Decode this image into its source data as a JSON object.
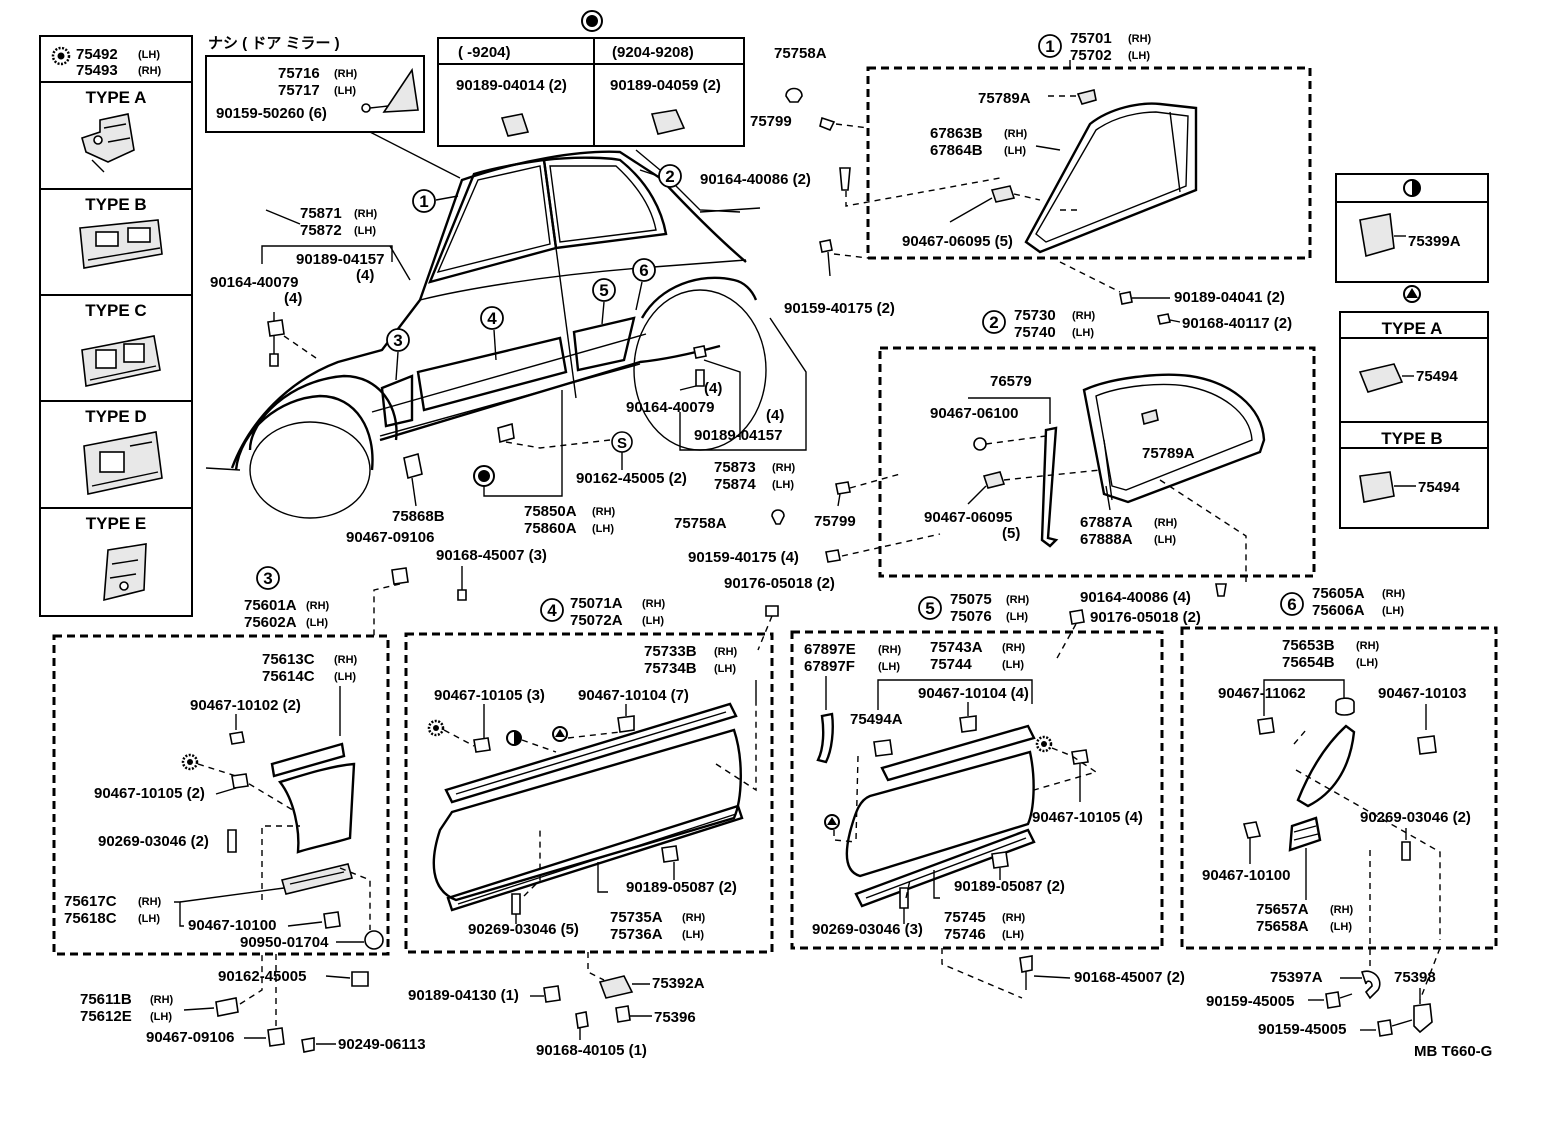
{
  "variant_header": {
    "col1": "(      -9204)",
    "col2": "(9204-9208)",
    "part1": "90189-04014 (2)",
    "part2": "90189-04059 (2)"
  },
  "mirror_box": {
    "title": "ナシ ( ドア   ミラー )",
    "p1": "75716",
    "p1s": "(RH)",
    "p2": "75717",
    "p2s": "(LH)",
    "p3": "90159-50260 (6)"
  },
  "type_box": {
    "p1": "75492",
    "p1s": "(LH)",
    "p2": "75493",
    "p2s": "(RH)",
    "types": [
      "TYPE  A",
      "TYPE  B",
      "TYPE  C",
      "TYPE  D",
      "TYPE  E"
    ]
  },
  "right_box1": {
    "part": "75399A"
  },
  "right_box2": {
    "types": [
      "TYPE  A",
      "TYPE  B"
    ],
    "part_a": "75494",
    "part_b": "75494"
  },
  "callouts": {
    "c1": "1",
    "c2": "2",
    "c3": "3",
    "c4": "4",
    "c5": "5",
    "c6": "6",
    "s": "S"
  },
  "labels": {
    "g1_p1": "75701",
    "g1_p1s": "(RH)",
    "g1_p2": "75702",
    "g1_p2s": "(LH)",
    "a75758a_top": "75758A",
    "a75799_top": "75799",
    "a75789a_top": "75789A",
    "a67863b": "67863B",
    "a67863bs": "(RH)",
    "a67864b": "67864B",
    "a67864bs": "(LH)",
    "a9016440086_top": "90164-40086 (2)",
    "a9046706095_top": "90467-06095 (5)",
    "a9015940175_top": "90159-40175 (2)",
    "a9018904041": "90189-04041 (2)",
    "a9016840117": "90168-40117 (2)",
    "g2_p1": "75730",
    "g2_p1s": "(RH)",
    "g2_p2": "75740",
    "g2_p2s": "(LH)",
    "a76579": "76579",
    "a9046706100": "90467-06100",
    "a75789a_mid": "75789A",
    "a9046706095_mid": "90467-06095",
    "a9046706095_mid_q": "(5)",
    "a67887a": "67887A",
    "a67887as": "(RH)",
    "a67888a": "67888A",
    "a67888as": "(LH)",
    "a75758a_mid": "75758A",
    "a75799_mid": "75799",
    "a9015940175_mid": "90159-40175 (4)",
    "a75871": "75871",
    "a75871s": "(RH)",
    "a75872": "75872",
    "a75872s": "(LH)",
    "a9018904157_l": "90189-04157",
    "a9018904157_lq": "(4)",
    "a9016440079_l": "90164-40079",
    "a9016440079_lq": "(4)",
    "a9016440079_r": "90164-40079",
    "a9016440079_rq": "(4)",
    "a9018904157_r": "90189-04157",
    "a9018904157_rq": "(4)",
    "a75873": "75873",
    "a75873s": "(RH)",
    "a75874": "75874",
    "a75874s": "(LH)",
    "a75868b": "75868B",
    "a9016245005_mid": "90162-45005 (2)",
    "a75850a": "75850A",
    "a75850as": "(RH)",
    "a75860a": "75860A",
    "a75860as": "(LH)",
    "a9046709106_top": "90467-09106",
    "a9016845007_top": "90168-45007 (3)",
    "a9017605018_a": "90176-05018 (2)",
    "a9016440086_mid": "90164-40086 (4)",
    "a9017605018_b": "90176-05018 (2)",
    "g3_p1": "75601A",
    "g3_p1s": "(RH)",
    "g3_p2": "75602A",
    "g3_p2s": "(LH)",
    "a75613c": "75613C",
    "a75613cs": "(RH)",
    "a75614c": "75614C",
    "a75614cs": "(LH)",
    "a9046710102": "90467-10102 (2)",
    "a9046710105_g3": "90467-10105 (2)",
    "a9026903046_g3": "90269-03046 (2)",
    "a75617c": "75617C",
    "a75617cs": "(RH)",
    "a75618c": "75618C",
    "a75618cs": "(LH)",
    "a9046710100_g3": "90467-10100",
    "a9095001704": "90950-01704",
    "g4_p1": "75071A",
    "g4_p1s": "(RH)",
    "g4_p2": "75072A",
    "g4_p2s": "(LH)",
    "a75733b": "75733B",
    "a75733bs": "(RH)",
    "a75734b": "75734B",
    "a75734bs": "(LH)",
    "a9046710105_g4": "90467-10105 (3)",
    "a9046710104_g4": "90467-10104 (7)",
    "a9018905087_g4": "90189-05087 (2)",
    "a9026903046_g4": "90269-03046 (5)",
    "a75735a": "75735A",
    "a75735as": "(RH)",
    "a75736a": "75736A",
    "a75736as": "(LH)",
    "g5_p1": "75075",
    "g5_p1s": "(RH)",
    "g5_p2": "75076",
    "g5_p2s": "(LH)",
    "a67897e": "67897E",
    "a67897es": "(RH)",
    "a67897f": "67897F",
    "a67897fs": "(LH)",
    "a75743a": "75743A",
    "a75743as": "(RH)",
    "a75744": "75744",
    "a75744s": "(LH)",
    "a9046710104_g5": "90467-10104 (4)",
    "a75494a": "75494A",
    "a9046710105_g5": "90467-10105 (4)",
    "a9018905087_g5": "90189-05087 (2)",
    "a9026903046_g5": "90269-03046 (3)",
    "a75745": "75745",
    "a75745s": "(RH)",
    "a75746": "75746",
    "a75746s": "(LH)",
    "g6_p1": "75605A",
    "g6_p1s": "(RH)",
    "g6_p2": "75606A",
    "g6_p2s": "(LH)",
    "a75653b": "75653B",
    "a75653bs": "(RH)",
    "a75654b": "75654B",
    "a75654bs": "(LH)",
    "a9046711062": "90467-11062",
    "a9046710103": "90467-10103",
    "a9026903046_g6": "90269-03046 (2)",
    "a9046710100_g6": "90467-10100",
    "a75657a": "75657A",
    "a75657as": "(RH)",
    "a75658a": "75658A",
    "a75658as": "(LH)",
    "a9016245005_bot": "90162-45005",
    "a75611b": "75611B",
    "a75611bs": "(RH)",
    "a75612e": "75612E",
    "a75612es": "(LH)",
    "a9046709106_bot": "90467-09106",
    "a9024906113": "90249-06113",
    "a9018904130": "90189-04130 (1)",
    "a9016840105": "90168-40105 (1)",
    "a75392a": "75392A",
    "a75396": "75396",
    "a9016845007_bot": "90168-45007 (2)",
    "a75397a": "75397A",
    "a75398": "75398",
    "a9015945005_a": "90159-45005",
    "a9015945005_b": "90159-45005",
    "code": "MB T660-G"
  }
}
